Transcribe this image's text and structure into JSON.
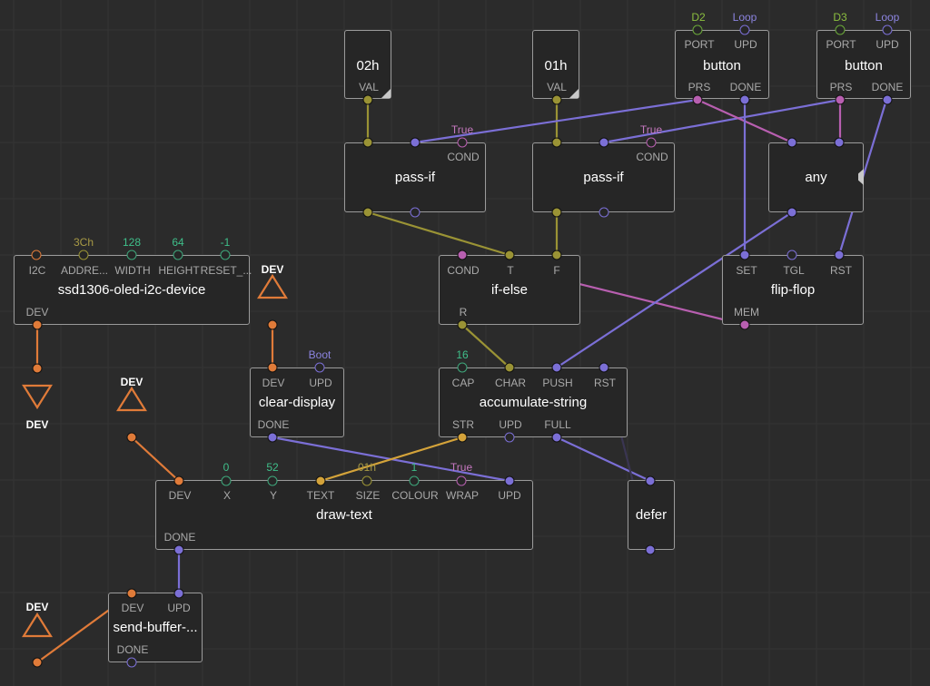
{
  "colors": {
    "background": "#2b2b2b",
    "grid": "#343434",
    "node_border": "#9a9a9a",
    "dev": "#e07b39",
    "pulse": "#7b6fd6",
    "olive": "#9a9335",
    "pink": "#b85fb0",
    "green": "#3ea77b",
    "string": "#d4a33a",
    "bool_text": "#c678c0",
    "pulse_text": "#8c84e0",
    "green_text": "#3fbf8a",
    "lime_text": "#8cbf3f",
    "olive_text": "#a89a45"
  },
  "nodes": {
    "const_02h": {
      "title": "02h",
      "pins": {
        "val": "VAL"
      }
    },
    "const_01h": {
      "title": "01h",
      "pins": {
        "val": "VAL"
      }
    },
    "button1": {
      "title": "button",
      "pins": {
        "port": "PORT",
        "upd": "UPD",
        "prs": "PRS",
        "done": "DONE"
      },
      "values": {
        "port": "D2",
        "upd": "Loop"
      }
    },
    "button2": {
      "title": "button",
      "pins": {
        "port": "PORT",
        "upd": "UPD",
        "prs": "PRS",
        "done": "DONE"
      },
      "values": {
        "port": "D3",
        "upd": "Loop"
      }
    },
    "passif1": {
      "title": "pass-if",
      "pins": {
        "cond": "COND"
      },
      "values": {
        "cond": "True"
      }
    },
    "passif2": {
      "title": "pass-if",
      "pins": {
        "cond": "COND"
      },
      "values": {
        "cond": "True"
      }
    },
    "any": {
      "title": "any"
    },
    "ssd1306": {
      "title": "ssd1306-oled-i2c-device",
      "pins": {
        "i2c": "I2C",
        "addr": "ADDRE...",
        "width": "WIDTH",
        "height": "HEIGHT",
        "reset": "RESET_...",
        "dev": "DEV"
      },
      "values": {
        "addr": "3Ch",
        "width": "128",
        "height": "64",
        "reset": "-1"
      }
    },
    "ifelse": {
      "title": "if-else",
      "pins": {
        "cond": "COND",
        "t": "T",
        "f": "F",
        "r": "R"
      }
    },
    "flipflop": {
      "title": "flip-flop",
      "pins": {
        "set": "SET",
        "tgl": "TGL",
        "rst": "RST",
        "mem": "MEM"
      }
    },
    "clear": {
      "title": "clear-display",
      "pins": {
        "dev": "DEV",
        "upd": "UPD",
        "done": "DONE"
      },
      "values": {
        "upd": "Boot"
      }
    },
    "accum": {
      "title": "accumulate-string",
      "pins": {
        "cap": "CAP",
        "char": "CHAR",
        "push": "PUSH",
        "rst": "RST",
        "str": "STR",
        "upd": "UPD",
        "full": "FULL"
      },
      "values": {
        "cap": "16"
      }
    },
    "drawtext": {
      "title": "draw-text",
      "pins": {
        "dev": "DEV",
        "x": "X",
        "y": "Y",
        "text": "TEXT",
        "size": "SIZE",
        "colour": "COLOUR",
        "wrap": "WRAP",
        "upd": "UPD",
        "done": "DONE"
      },
      "values": {
        "x": "0",
        "y": "52",
        "size": "01h",
        "colour": "1",
        "wrap": "True"
      }
    },
    "defer": {
      "title": "defer"
    },
    "sendbuf": {
      "title": "send-buffer-...",
      "pins": {
        "dev": "DEV",
        "upd": "UPD",
        "done": "DONE"
      }
    }
  },
  "terminals": {
    "out1": "DEV",
    "in_clear": "DEV",
    "in_draw": "DEV",
    "in_send": "DEV"
  }
}
